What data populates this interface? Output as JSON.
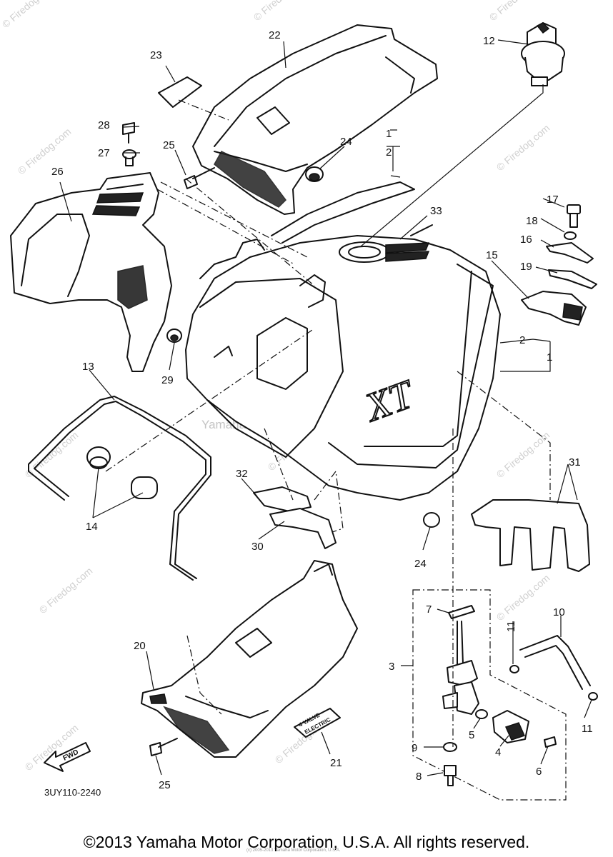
{
  "diagram_code": "3UY110-2240",
  "footer": "©2013 Yamaha Motor Corporation, U.S.A. All rights reserved.",
  "center_watermark": "Yamaha Motor Corp, U.S.A.",
  "watermark": "© Firedog.com",
  "fine_print": "(c) 2005-2013 Yamaha Motor Corporation, U.S.A.",
  "stickers": {
    "fwd": "FWD",
    "tank_logo": "XT",
    "valve_line1": "4 VALVE",
    "valve_line2": "ELECTRIC"
  },
  "callouts": [
    {
      "id": "c1a",
      "label": "1"
    },
    {
      "id": "c2a",
      "label": "2"
    },
    {
      "id": "c1b",
      "label": "1"
    },
    {
      "id": "c2b",
      "label": "2"
    },
    {
      "id": "c3",
      "label": "3"
    },
    {
      "id": "c4",
      "label": "4"
    },
    {
      "id": "c5",
      "label": "5"
    },
    {
      "id": "c6",
      "label": "6"
    },
    {
      "id": "c7",
      "label": "7"
    },
    {
      "id": "c8",
      "label": "8"
    },
    {
      "id": "c9",
      "label": "9"
    },
    {
      "id": "c10",
      "label": "10"
    },
    {
      "id": "c11a",
      "label": "11"
    },
    {
      "id": "c11b",
      "label": "11"
    },
    {
      "id": "c12",
      "label": "12"
    },
    {
      "id": "c13",
      "label": "13"
    },
    {
      "id": "c14",
      "label": "14"
    },
    {
      "id": "c15",
      "label": "15"
    },
    {
      "id": "c16",
      "label": "16"
    },
    {
      "id": "c17",
      "label": "17"
    },
    {
      "id": "c18",
      "label": "18"
    },
    {
      "id": "c19",
      "label": "19"
    },
    {
      "id": "c20",
      "label": "20"
    },
    {
      "id": "c21",
      "label": "21"
    },
    {
      "id": "c22",
      "label": "22"
    },
    {
      "id": "c23",
      "label": "23"
    },
    {
      "id": "c24a",
      "label": "24"
    },
    {
      "id": "c24b",
      "label": "24"
    },
    {
      "id": "c25a",
      "label": "25"
    },
    {
      "id": "c25b",
      "label": "25"
    },
    {
      "id": "c26",
      "label": "26"
    },
    {
      "id": "c27",
      "label": "27"
    },
    {
      "id": "c28",
      "label": "28"
    },
    {
      "id": "c29",
      "label": "29"
    },
    {
      "id": "c30",
      "label": "30"
    },
    {
      "id": "c31",
      "label": "31"
    },
    {
      "id": "c32",
      "label": "32"
    },
    {
      "id": "c33",
      "label": "33"
    }
  ]
}
